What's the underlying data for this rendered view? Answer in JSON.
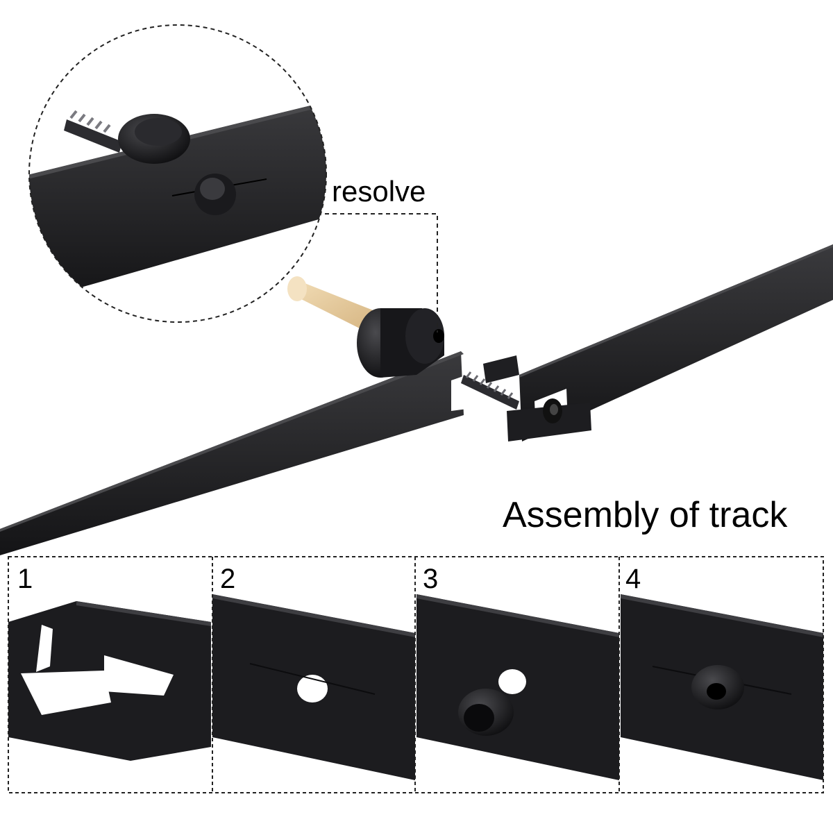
{
  "callout": {
    "label": "resolve"
  },
  "title": "Assembly of track",
  "steps": [
    {
      "number": "1"
    },
    {
      "number": "2"
    },
    {
      "number": "3"
    },
    {
      "number": "4"
    }
  ],
  "colors": {
    "rail": "#1a1a1c",
    "rail_edge": "#3a3a3c",
    "wood_dowel": "#e8cfa2",
    "background": "#ffffff"
  }
}
